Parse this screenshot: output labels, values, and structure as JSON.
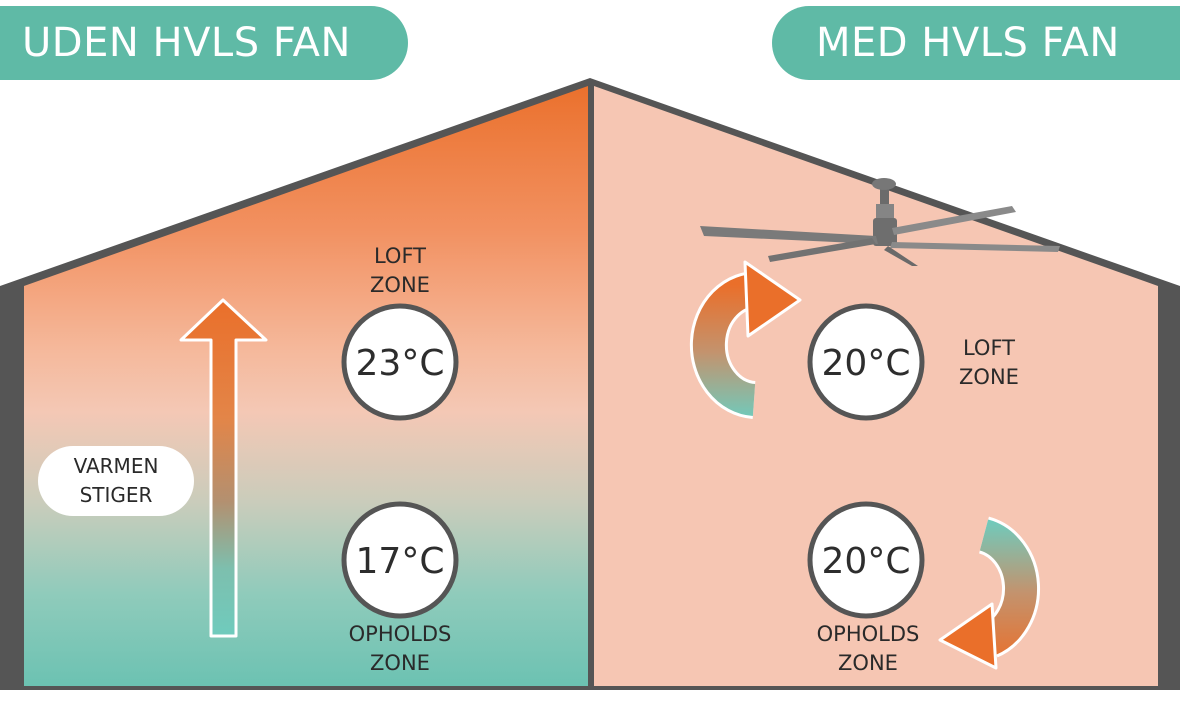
{
  "left_panel": {
    "title": "UDEN HVLS FAN",
    "upper_zone": {
      "label_line1": "LOFT",
      "label_line2": "ZONE",
      "temperature": "23°C"
    },
    "lower_zone": {
      "label_line1": "OPHOLDS",
      "label_line2": "ZONE",
      "temperature": "17°C"
    },
    "callout": {
      "line1": "VARMEN",
      "line2": "STIGER"
    }
  },
  "right_panel": {
    "title": "MED HVLS FAN",
    "upper_zone": {
      "label_line1": "LOFT",
      "label_line2": "ZONE",
      "temperature": "20°C"
    },
    "lower_zone": {
      "label_line1": "OPHOLDS",
      "label_line2": "ZONE",
      "temperature": "20°C"
    }
  },
  "colors": {
    "teal": "#5fbaa6",
    "teal_light": "#6fc7b8",
    "orange": "#ea6f2a",
    "peach": "#f6c6b3",
    "wall": "#555555"
  },
  "icons": {
    "fan": "ceiling-fan-icon",
    "rise_arrow": "arrow-up-icon",
    "circulation_arrow": "curved-arrow-icon"
  }
}
